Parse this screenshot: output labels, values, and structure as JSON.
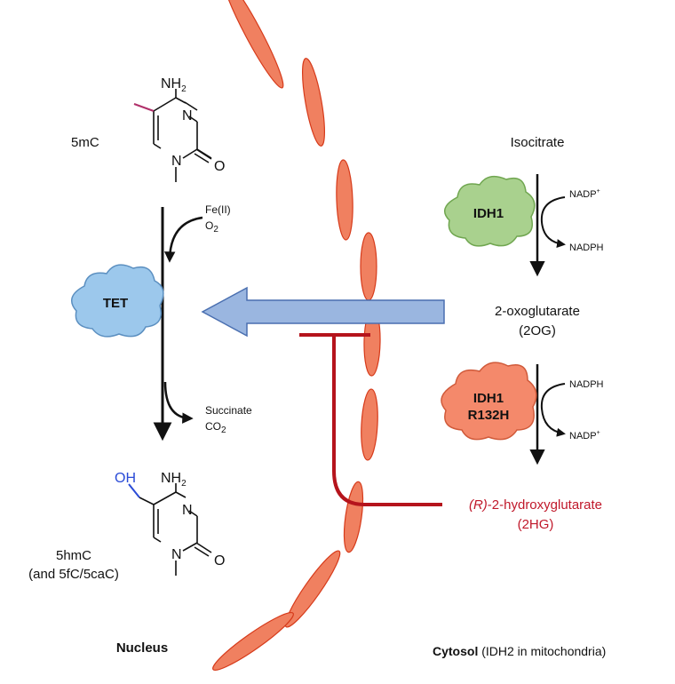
{
  "nucleus": {
    "label": "Nucleus",
    "substrate": {
      "label": "5mC",
      "amine": "NH",
      "amine_sub": "2",
      "ring_n1": "N",
      "ring_n2": "N",
      "ring_o": "O"
    },
    "product": {
      "label_line1": "5hmC",
      "label_line2": "(and 5fC/5caC)",
      "hydroxyl": "OH",
      "amine": "NH",
      "amine_sub": "2",
      "ring_n1": "N",
      "ring_n2": "N",
      "ring_o": "O"
    },
    "enzyme": {
      "name": "TET",
      "color": "#9cc8ec",
      "text_color": "#c0182a"
    },
    "inputs": {
      "fe": "Fe(II)",
      "o2": "O",
      "o2_sub": "2"
    },
    "outputs": {
      "succinate": "Succinate",
      "co2": "CO",
      "co2_sub": "2"
    }
  },
  "cytosol": {
    "label_bold": "Cytosol",
    "label_note": "(IDH2 in mitochondria)",
    "isocitrate": "Isocitrate",
    "idh1": {
      "name": "IDH1",
      "color": "#a9d18e",
      "text_color": "#c0182a"
    },
    "nadp_plus": "NADP",
    "nadph": "NADPH",
    "oxoglutarate": {
      "line1": "2-oxoglutarate",
      "line2": "(2OG)"
    },
    "idh1_mutant": {
      "line1": "IDH1",
      "line2": "R132H",
      "color": "#f4896b",
      "text_color": "#c0182a"
    },
    "nadph_2": "NADPH",
    "nadp_plus_2": "NADP",
    "hydroxyglutarate": {
      "prefix": "(R)",
      "name": "-2-hydroxyglutarate",
      "abbr": "(2HG)",
      "color": "#c0182a"
    }
  },
  "colors": {
    "membrane": "#f08060",
    "membrane_edge": "#d63a1a",
    "transport_arrow": "#9ab6e0",
    "inhibition": "#b5141c",
    "hydroxyl": "#2a4bd7",
    "methyl": "#b0306a"
  }
}
